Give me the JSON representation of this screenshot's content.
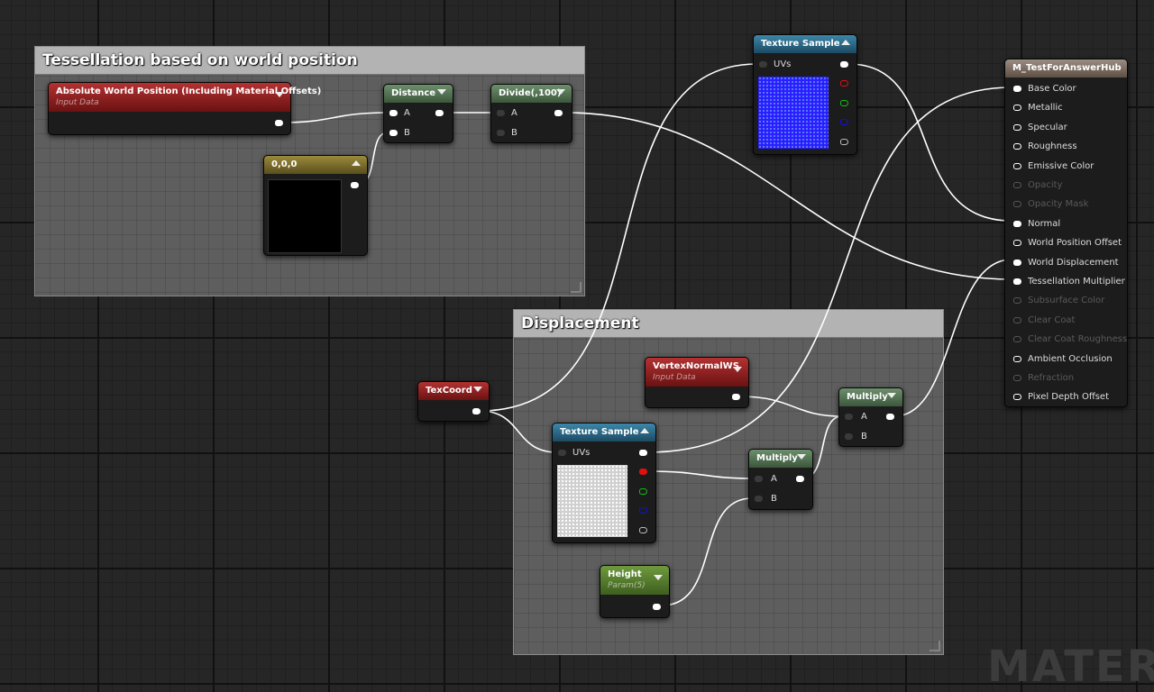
{
  "comments": {
    "tessellation": "Tessellation based on world position",
    "displacement": "Displacement"
  },
  "nodes": {
    "abs_world_pos": {
      "title": "Absolute World Position (Including Material Offsets)",
      "subtitle": "Input Data"
    },
    "distance": {
      "title": "Distance",
      "pin_a": "A",
      "pin_b": "B"
    },
    "divide": {
      "title": "Divide(,100)",
      "pin_a": "A",
      "pin_b": "B"
    },
    "constant": {
      "title": "0,0,0",
      "swatch": "#000000"
    },
    "texture_sample_top": {
      "title": "Texture Sample",
      "uvs": "UVs"
    },
    "texcoord": {
      "title": "TexCoord"
    },
    "texture_sample_bottom": {
      "title": "Texture Sample",
      "uvs": "UVs"
    },
    "vertex_normal": {
      "title": "VertexNormalWS",
      "subtitle": "Input Data"
    },
    "multiply_top": {
      "title": "Multiply",
      "pin_a": "A",
      "pin_b": "B"
    },
    "multiply_bottom": {
      "title": "Multiply",
      "pin_a": "A",
      "pin_b": "B"
    },
    "height": {
      "title": "Height",
      "subtitle": "Param(5)"
    },
    "material": {
      "title": "M_TestForAnswerHub",
      "inputs": [
        {
          "label": "Base Color",
          "state": "connected"
        },
        {
          "label": "Metallic",
          "state": "open"
        },
        {
          "label": "Specular",
          "state": "open"
        },
        {
          "label": "Roughness",
          "state": "open"
        },
        {
          "label": "Emissive Color",
          "state": "open"
        },
        {
          "label": "Opacity",
          "state": "disabled"
        },
        {
          "label": "Opacity Mask",
          "state": "disabled"
        },
        {
          "label": "Normal",
          "state": "connected"
        },
        {
          "label": "World Position Offset",
          "state": "open"
        },
        {
          "label": "World Displacement",
          "state": "connected"
        },
        {
          "label": "Tessellation Multiplier",
          "state": "connected"
        },
        {
          "label": "Subsurface Color",
          "state": "disabled"
        },
        {
          "label": "Clear Coat",
          "state": "disabled"
        },
        {
          "label": "Clear Coat Roughness",
          "state": "disabled"
        },
        {
          "label": "Ambient Occlusion",
          "state": "open"
        },
        {
          "label": "Refraction",
          "state": "disabled"
        },
        {
          "label": "Pixel Depth Offset",
          "state": "open"
        }
      ]
    }
  },
  "watermark": "MATERI",
  "colors": {
    "wire": "#ffffff",
    "blue_texture": "#2a1eff",
    "white_texture": "#e8e8e8"
  }
}
